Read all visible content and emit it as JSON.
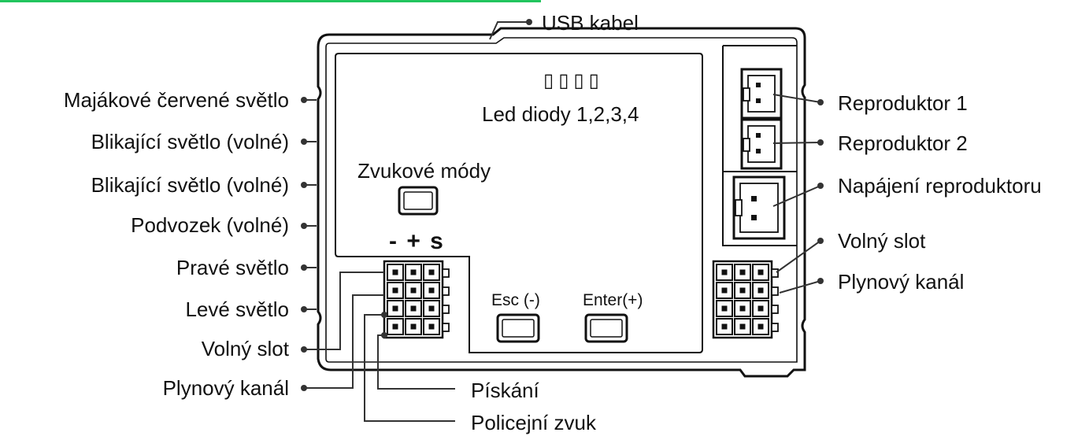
{
  "colors": {
    "accent_line": "#22c55e",
    "stroke": "#111111"
  },
  "top_label": "USB kabel",
  "left_labels": [
    "Majákové červené světlo",
    "Blikající světlo (volné)",
    "Blikající světlo (volné)",
    "Podvozek (volné)",
    "Pravé světlo",
    "Levé světlo",
    "Volný slot",
    "Plynový kanál"
  ],
  "bottom_labels": [
    "Pískání",
    "Policejní zvuk"
  ],
  "right_labels": [
    "Reproduktor 1",
    "Reproduktor 2",
    "Napájení reproduktoru",
    "Volný slot",
    "Plynový kanál"
  ],
  "board": {
    "leds_glyph": "▯▯▯▯",
    "leds_label": "Led diody 1,2,3,4",
    "sound_modes": "Zvukové módy",
    "pins": "- + s",
    "esc": "Esc (-)",
    "enter": "Enter(+)"
  }
}
